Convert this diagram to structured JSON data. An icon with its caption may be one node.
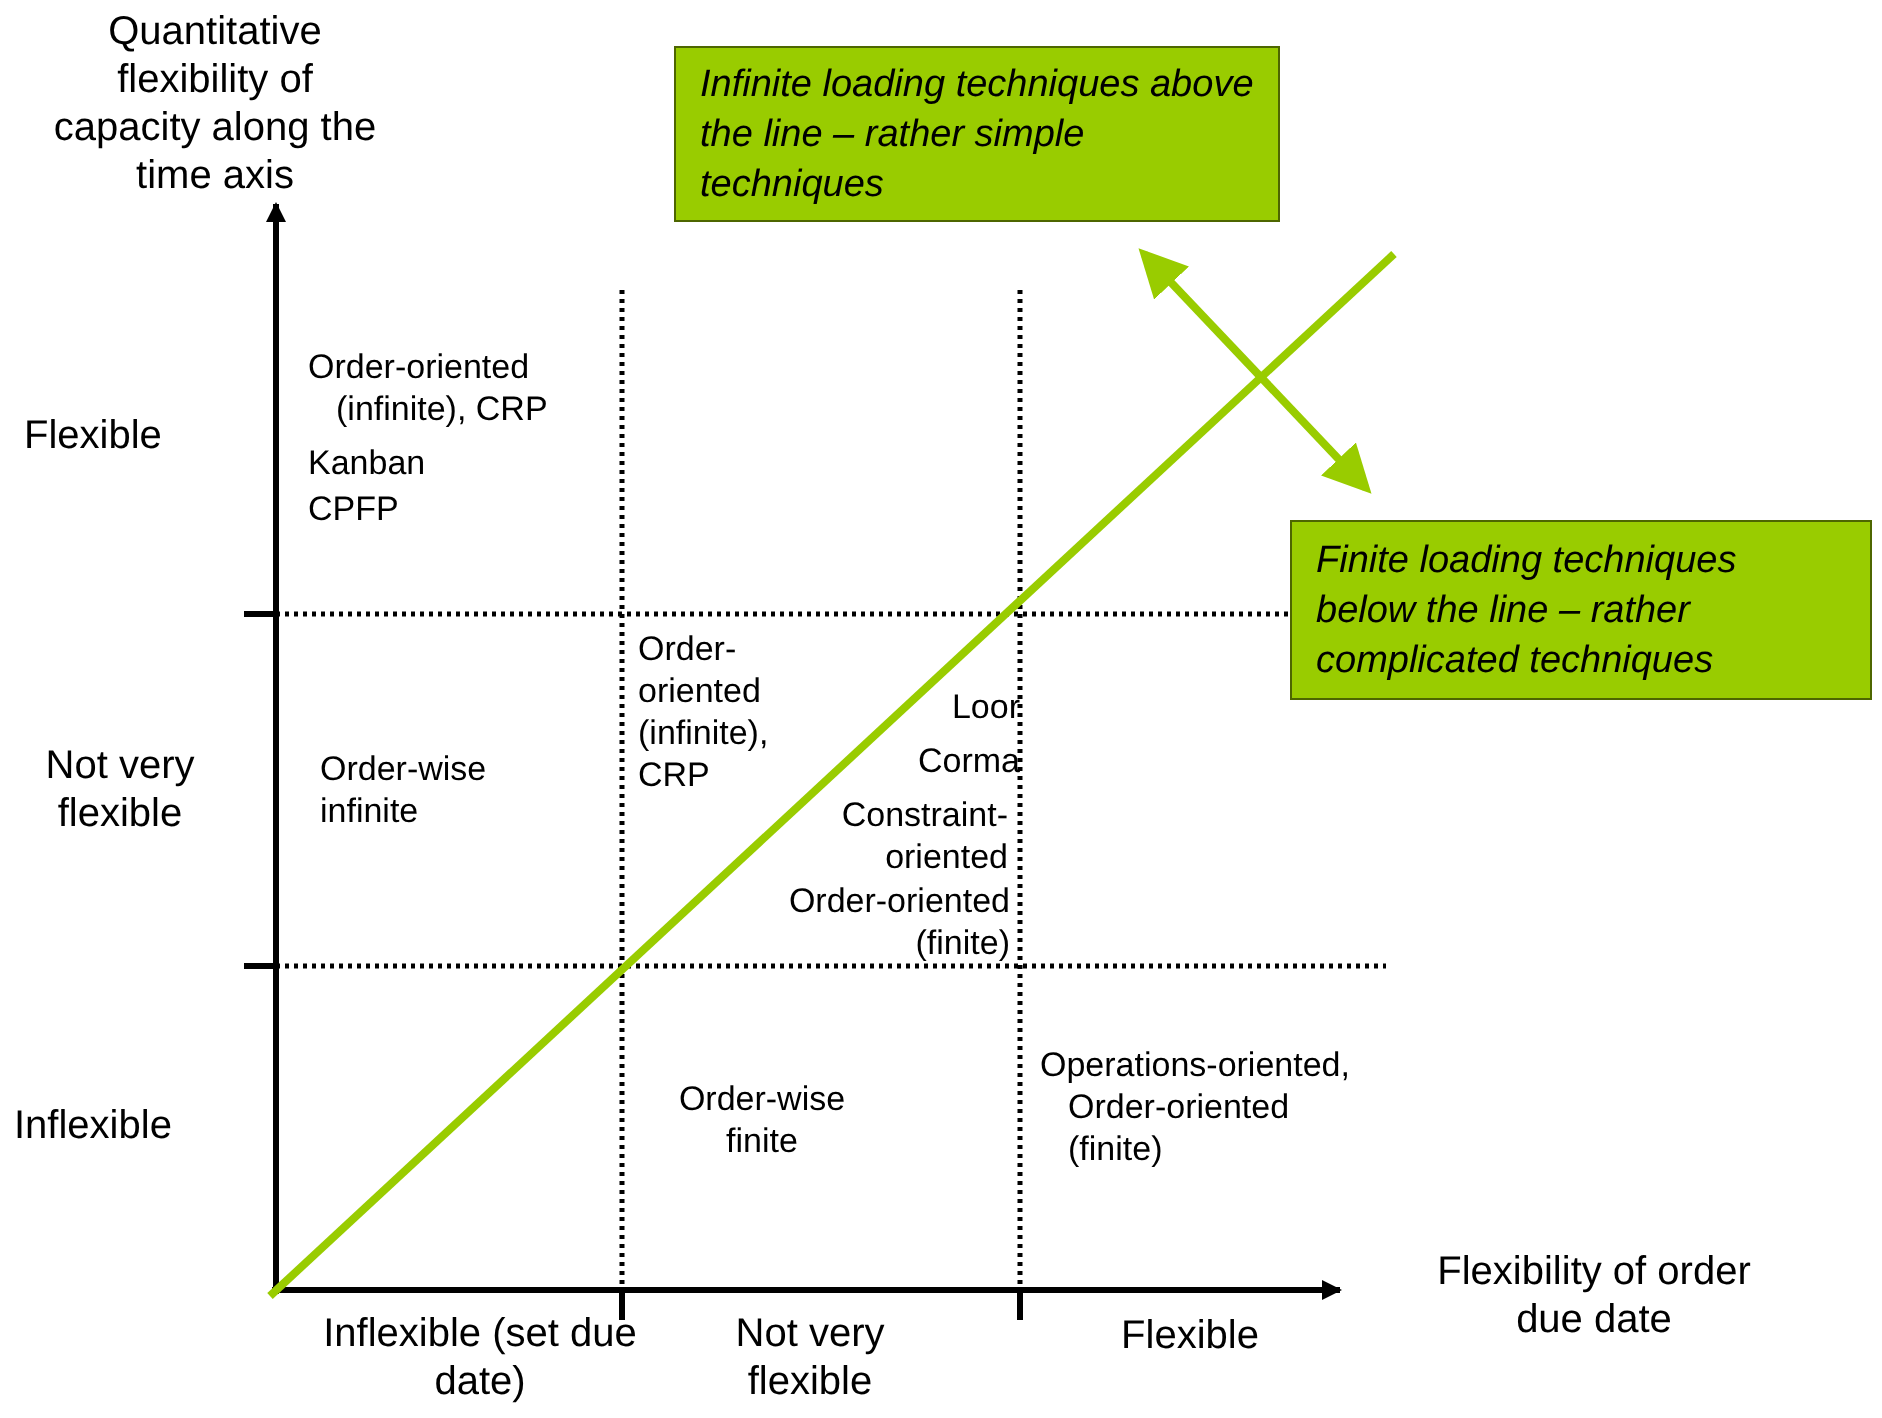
{
  "diagram": {
    "nodes": [
      {
        "text": [
          "Infinite loading techniques above the line – rather simple techniques"
        ]
      },
      {
        "text": [
          "Finite loading techniques below the line – rather complicated techniques"
        ]
      }
    ],
    "edges": [
      {
        "from": 0,
        "to": 1,
        "arrow": "both"
      }
    ],
    "labels": [
      "Quantitative flexibility of capacity along the time axis",
      "Flexible",
      "Not very flexible",
      "Inflexible",
      "Flexibility of order due date",
      "Inflexible (set due date)",
      "Not very flexible",
      "Flexible",
      "Order-oriented (infinite), CRP",
      "Kanban",
      "CPFP",
      "Order-wise infinite",
      "Order-oriented (infinite), CRP",
      "Loor",
      "Corma",
      "Constraint-oriented",
      "Order-oriented (finite)",
      "Order-wise finite",
      "Operations-oriented, Order-oriented (finite)"
    ]
  }
}
